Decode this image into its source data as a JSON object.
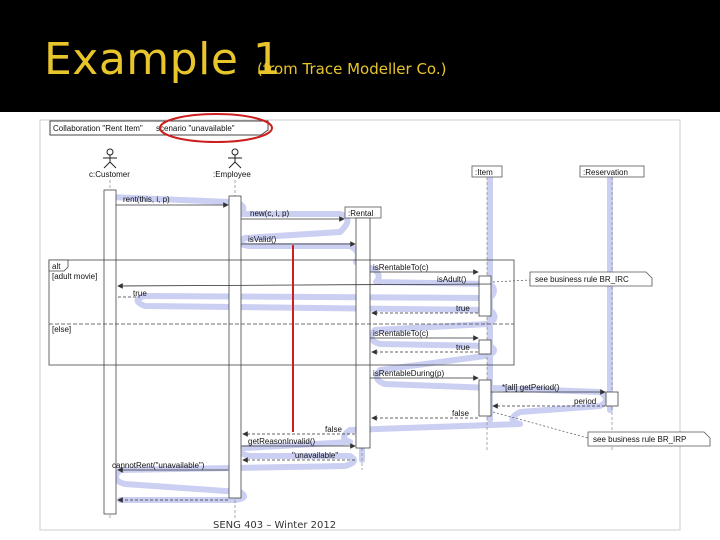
{
  "slide": {
    "title": "Example 1",
    "subtitle": "(from Trace Modeller Co.)",
    "footer": "SENG 403 – Winter 2012"
  },
  "colors": {
    "title": "#e8c52a",
    "trace": "#c9cdf2",
    "highlight": "#cc1f1f"
  },
  "diagram": {
    "frame_label_a": "Collaboration \"Rent Item\"",
    "frame_label_b": "scenario \"unavailable\"",
    "lifelines": {
      "customer": "c:Customer",
      "employee": ":Employee",
      "item": ":Item",
      "reservation": ":Reservation",
      "rental": ":Rental"
    },
    "messages": {
      "rent": "rent(this, i, p)",
      "new_rental": "new(c, i, p)",
      "is_valid": "isValid()",
      "is_rentable_1": "isRentableTo(c)",
      "is_adult": "isAdult()",
      "true_1": "true",
      "true_2": "true",
      "is_rentable_2": "isRentableTo(c)",
      "true_3": "true",
      "is_rentable_during": "isRentableDuring(p)",
      "get_period": "*[all] getPeriod()",
      "period": "period",
      "false_1": "false",
      "false_2": "false",
      "get_reason": "getReasonInvalid()",
      "unavailable": "\"unavailable\"",
      "cannot_rent": "cannotRent(\"unavailable\")"
    },
    "fragment": {
      "operator": "alt",
      "guard_1": "[adult movie]",
      "guard_2": "[else]"
    },
    "notes": {
      "rule_1": "see business rule BR_IRC",
      "rule_2": "see business rule BR_IRP"
    }
  }
}
